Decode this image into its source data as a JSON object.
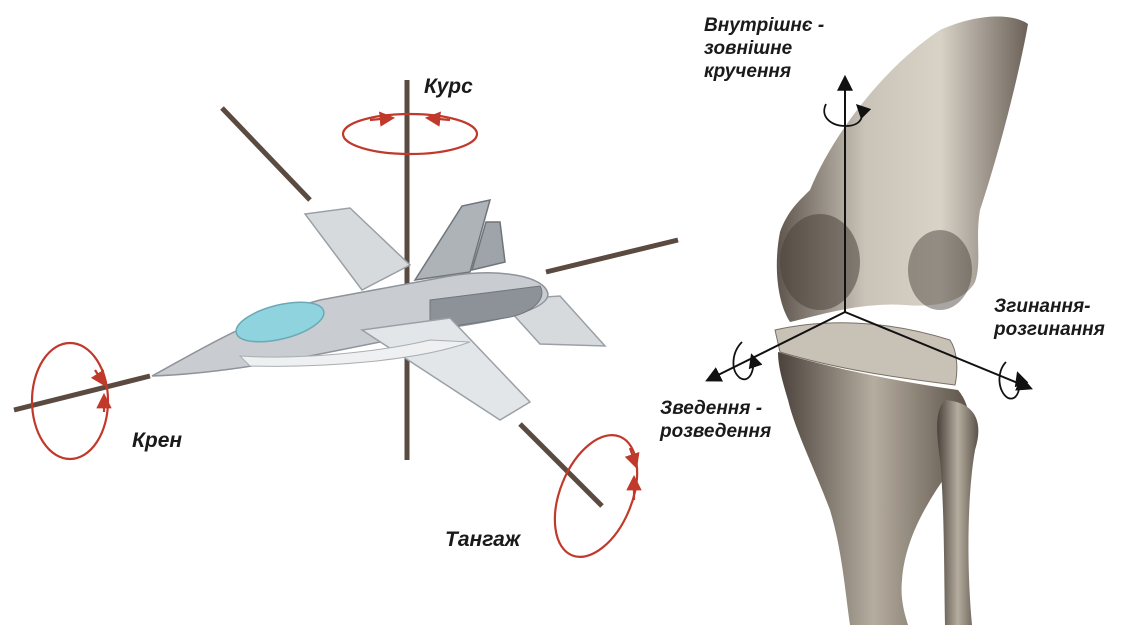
{
  "aircraft": {
    "yaw_label": "Курс",
    "roll_label": "Крен",
    "pitch_label": "Тангаж"
  },
  "knee": {
    "rotation_label": [
      "Внутрішнє -",
      "зовнішне",
      "кручення"
    ],
    "flexion_label": [
      "Згинання-",
      "розгинання"
    ],
    "abduction_label": [
      "Зведення -",
      "розведення"
    ]
  },
  "colors": {
    "axis": "#5a4a40",
    "rotation_arrow": "#c0392b",
    "jet_body": "#c9cdd1",
    "jet_canopy": "#8fd3df",
    "bone": "#b9b3a8"
  }
}
